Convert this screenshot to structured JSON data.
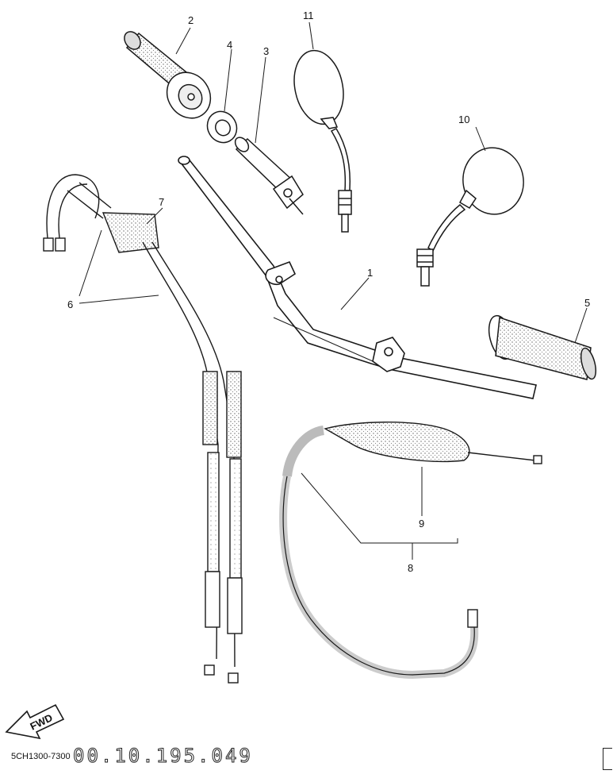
{
  "diagram": {
    "callouts": [
      "1",
      "2",
      "3",
      "4",
      "5",
      "6",
      "7",
      "8",
      "9",
      "10",
      "11"
    ],
    "fwd_label": "FWD",
    "part_code_small": "5CH1300-7300",
    "part_code_large": "00.10.195.049"
  },
  "colors": {
    "line": "#1a1a1a",
    "stipple": "#9a9a9a",
    "background": "#ffffff"
  }
}
